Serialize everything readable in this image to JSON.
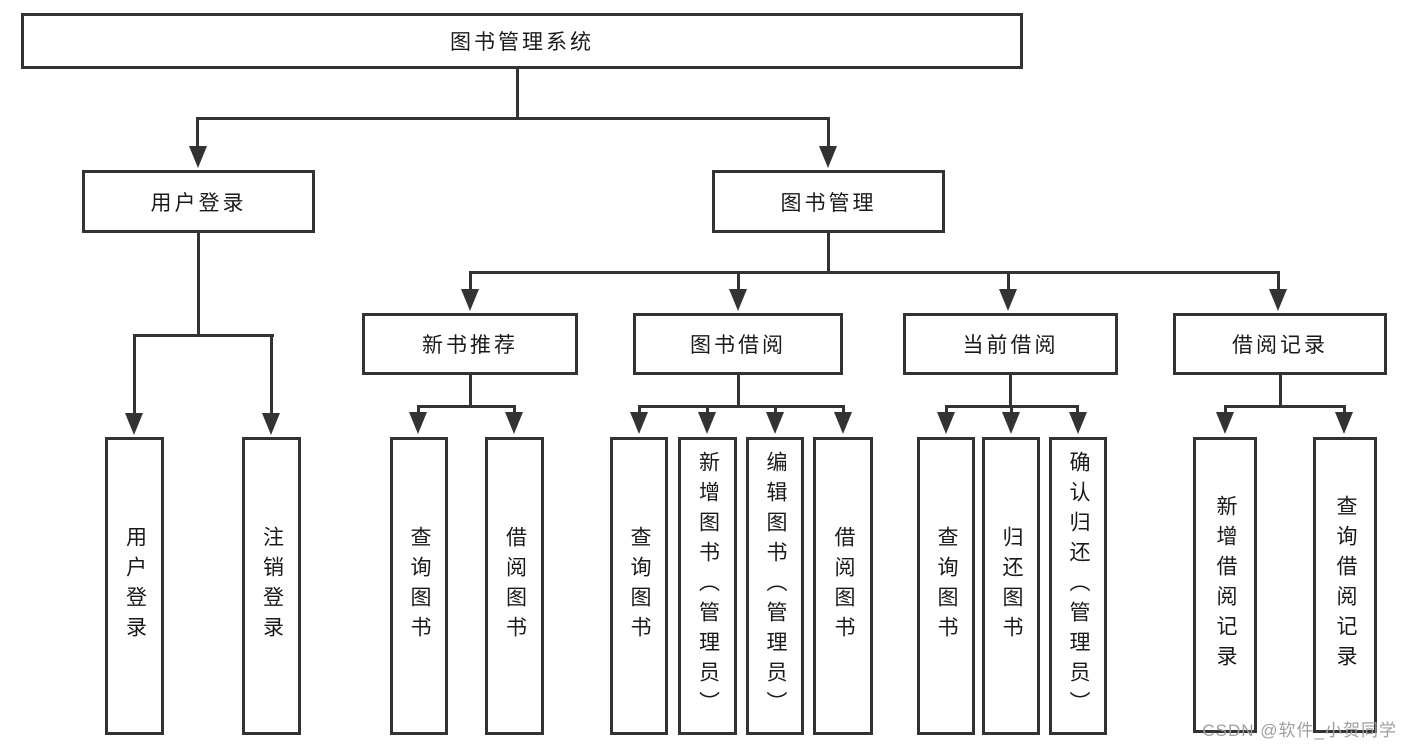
{
  "tree": {
    "root": "图书管理系统",
    "branches": [
      {
        "label": "用户登录",
        "children": [
          "用户登录",
          "注销登录"
        ]
      },
      {
        "label": "图书管理",
        "sections": [
          {
            "label": "新书推荐",
            "children": [
              "查询图书",
              "借阅图书"
            ]
          },
          {
            "label": "图书借阅",
            "children": [
              "查询图书",
              "新增图书（管理员）",
              "编辑图书（管理员）",
              "借阅图书"
            ]
          },
          {
            "label": "当前借阅",
            "children": [
              "查询图书",
              "归还图书",
              "确认归还（管理员）"
            ]
          },
          {
            "label": "借阅记录",
            "children": [
              "新增借阅记录",
              "查询借阅记录"
            ]
          }
        ]
      }
    ]
  },
  "watermark": {
    "text": "CSDN @软件_小贺同学"
  },
  "colors": {
    "line": "#333333",
    "box_border": "#333333",
    "text": "#1a1a1a",
    "watermark": "#9e9e9e",
    "background": "#ffffff"
  }
}
